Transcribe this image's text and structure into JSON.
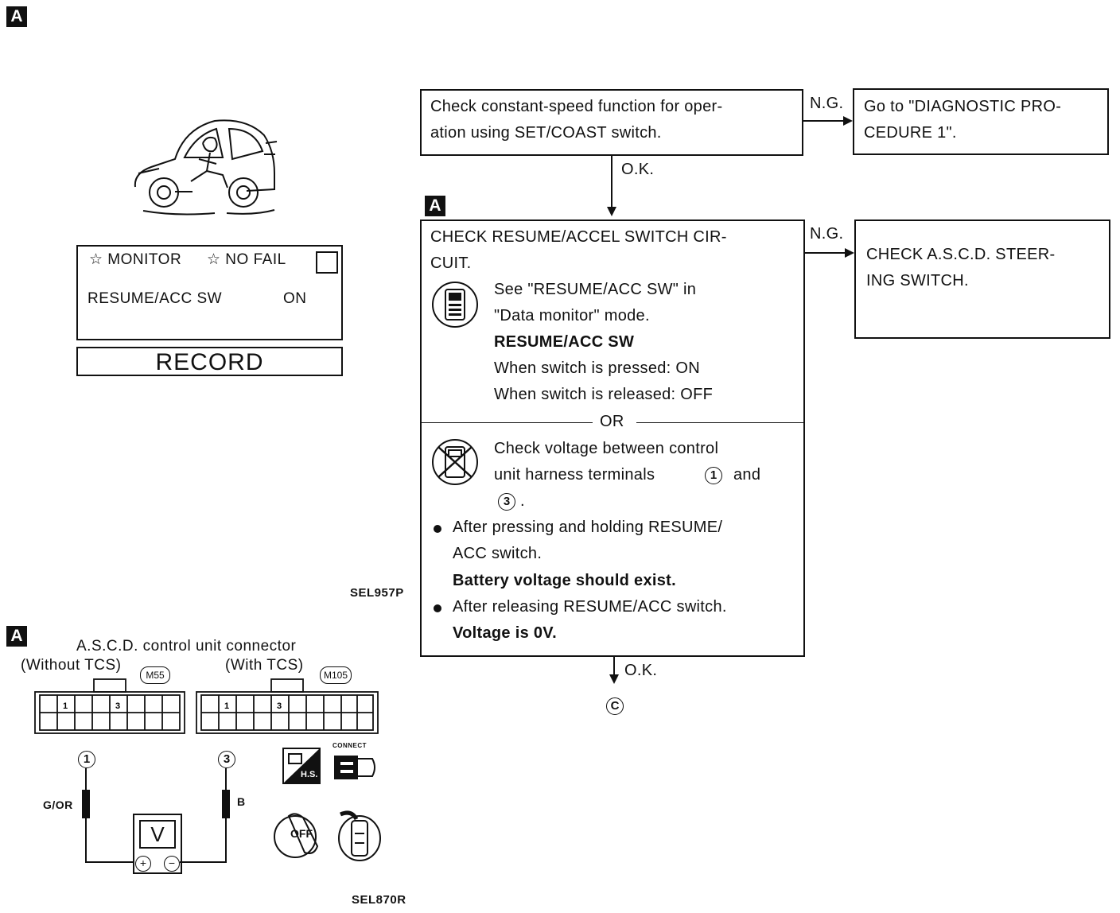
{
  "tags": {
    "top_left": "A",
    "section": "A",
    "bottom_left": "A"
  },
  "consult_screen": {
    "header_monitor": "☆ MONITOR",
    "header_nofail": "☆ NO FAIL",
    "item_name": "RESUME/ACC SW",
    "item_value": "ON",
    "record_button": "RECORD"
  },
  "flow": {
    "step1": {
      "line1": "Check constant-speed function for oper-",
      "line2": "ation using SET/COAST switch."
    },
    "step1_ng_label": "N.G.",
    "step1_ng": {
      "line1": "Go to \"DIAGNOSTIC PRO-",
      "line2": "CEDURE 1\"."
    },
    "step1_ok_label": "O.K.",
    "step2": {
      "title1": "CHECK RESUME/ACCEL SWITCH CIR-",
      "title2": "CUIT.",
      "consult1": "See \"RESUME/ACC SW\" in",
      "consult2": "\"Data monitor\" mode.",
      "consult_item": "RESUME/ACC SW",
      "pressed": "When switch is pressed: ON",
      "released": "When switch is released: OFF",
      "or": "OR",
      "volt1": "Check voltage between control",
      "volt2": "unit harness terminals",
      "term1": "1",
      "and": "and",
      "term3": "3",
      "period": ".",
      "bullet1a": "After pressing and holding RESUME/",
      "bullet1b": "ACC switch.",
      "bullet1_result": "Battery voltage should exist.",
      "bullet2": "After releasing RESUME/ACC switch.",
      "bullet2_result": "Voltage is 0V."
    },
    "step2_ng_label": "N.G.",
    "step2_ng": {
      "line1": "CHECK A.S.C.D. STEER-",
      "line2": "ING SWITCH."
    },
    "step2_ok_label": "O.K.",
    "next": "C"
  },
  "figure_codes": {
    "top": "SEL957P",
    "bottom": "SEL870R"
  },
  "connector_diagram": {
    "title": "A.S.C.D. control unit connector",
    "left_label": "(Without TCS)",
    "left_code": "M55",
    "right_label": "(With TCS)",
    "right_code": "M105",
    "pin1": "1",
    "pin3": "3",
    "probe1_terminal": "1",
    "probe3_terminal": "3",
    "wire1": "G/OR",
    "wire3": "B",
    "meter": "V",
    "plus": "+",
    "minus": "−",
    "hs_label": "H.S.",
    "connect_label": "CONNECT",
    "off_label": "OFF"
  }
}
